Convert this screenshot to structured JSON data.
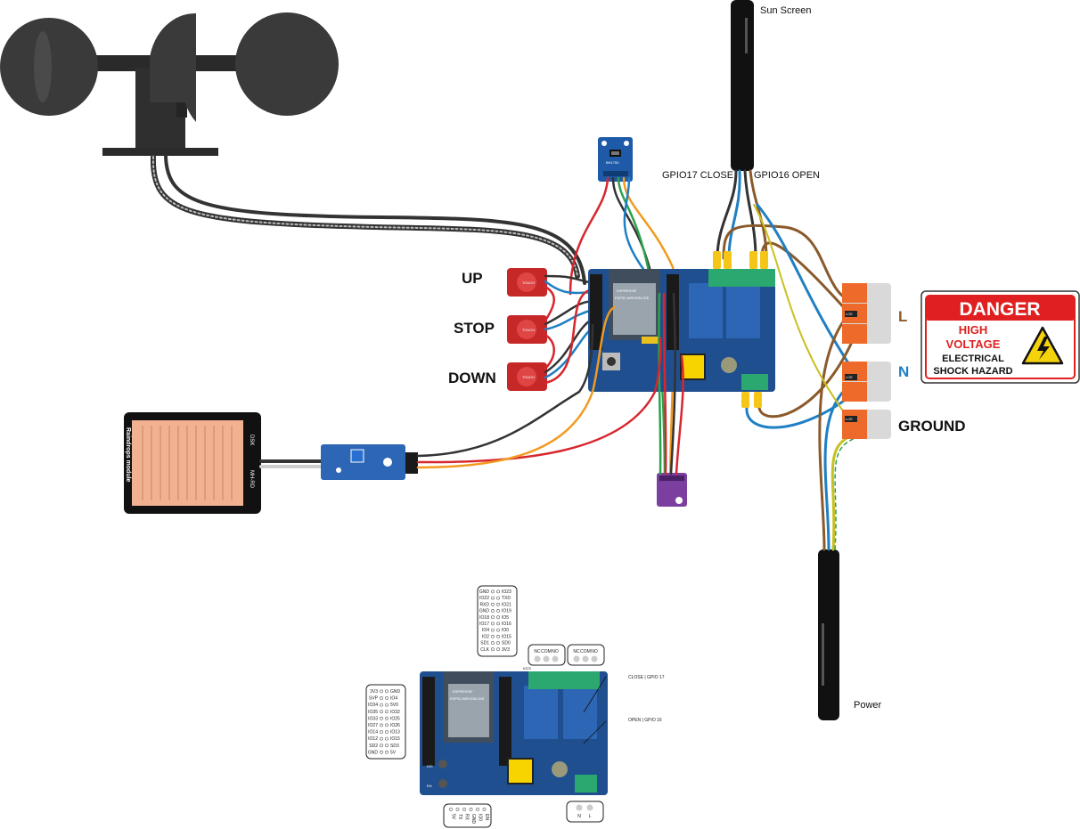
{
  "cable_labels": {
    "sun_screen": "Sun Screen",
    "power": "Power",
    "gpio17": "GPIO17 CLOSE",
    "gpio16": "GPIO16 OPEN"
  },
  "buttons": {
    "up": "UP",
    "stop": "STOP",
    "down": "DOWN",
    "touch": "TOUCH"
  },
  "terminals": {
    "l": "L",
    "n": "N",
    "ground": "GROUND",
    "wago_brand": "LCE"
  },
  "danger_sign": {
    "title": "DANGER",
    "line1": "HIGH",
    "line2": "VOLTAGE",
    "line3": "ELECTRICAL",
    "line4": "SHOCK HAZARD"
  },
  "sensors": {
    "light_sensor": "BH1750",
    "rain_title": "Raindrops  module",
    "rain_side1": "DSK",
    "rain_side2": "MH-RD"
  },
  "board": {
    "module_brand": "ESPRESSIF",
    "module_model": "ESP32-WROOM-32E",
    "inset_close": "CLOSE | GPIO 17",
    "inset_open": "OPEN | GPIO 16",
    "io0": "IO0",
    "en": "EN",
    "io23": "IO23"
  },
  "relay_terms": [
    "NC",
    "COM",
    "NO"
  ],
  "power_terms": [
    "N",
    "L"
  ],
  "header_left": [
    [
      "3V3",
      "GND"
    ],
    [
      "SVP",
      "IO4"
    ],
    [
      "IO34",
      "5V0"
    ],
    [
      "IO35",
      "IO32"
    ],
    [
      "IO33",
      "IO25"
    ],
    [
      "IO27",
      "IO26"
    ],
    [
      "IO14",
      "IO13"
    ],
    [
      "IO12",
      "IO15"
    ],
    [
      "SD2",
      "SD3"
    ],
    [
      "GND",
      "5V"
    ]
  ],
  "header_top": [
    [
      "GND",
      "IO23"
    ],
    [
      "IO22",
      "TXD"
    ],
    [
      "RXD",
      "IO21"
    ],
    [
      "GND",
      "IO19"
    ],
    [
      "IO18",
      "IO5"
    ],
    [
      "IO17",
      "IO16"
    ],
    [
      "IO4",
      "IO0"
    ],
    [
      "IO2",
      "IO15"
    ],
    [
      "SD1",
      "SD0"
    ],
    [
      "CLK",
      "3V3"
    ]
  ],
  "header_bottom": [
    "5V",
    "TX",
    "RX",
    "GND",
    "IO0",
    "EN"
  ],
  "colors": {
    "wire_red": "#d7262e",
    "wire_black": "#333333",
    "wire_blue": "#1f7fc4",
    "wire_orange": "#f29a1f",
    "wire_green": "#2aa24a",
    "wire_brown": "#8a5a2b",
    "board_blue": "#1f4f8f",
    "danger_red": "#e02020"
  }
}
